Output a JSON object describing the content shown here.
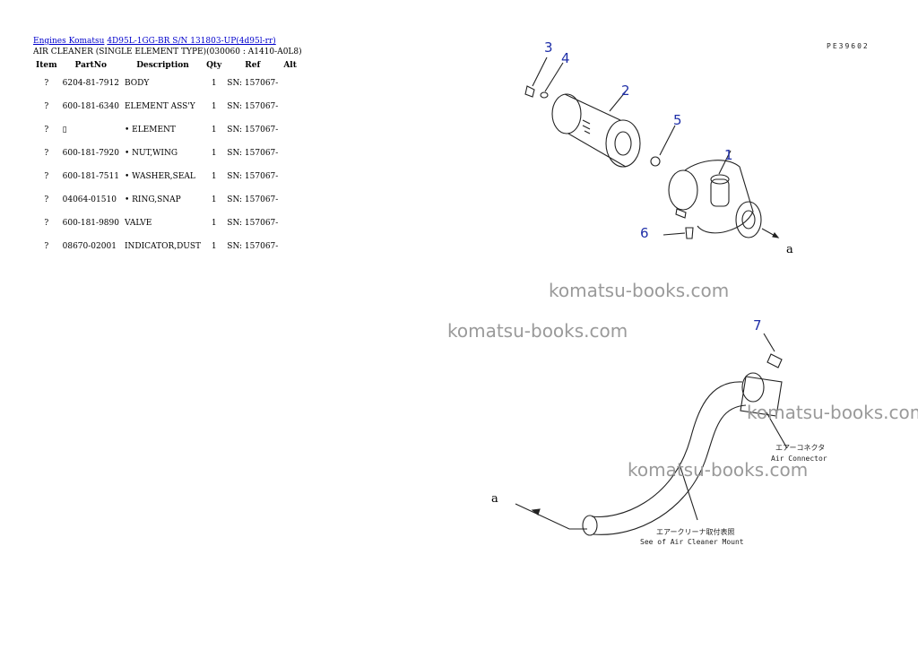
{
  "header": {
    "link1": "Engines Komatsu",
    "link2": "4D95L-1GG-BR S/N 131803-UP(4d95l-rr)",
    "title": "AIR CLEANER (SINGLE ELEMENT TYPE)(030060 : A1410-A0L8)"
  },
  "table": {
    "columns": [
      "Item",
      "PartNo",
      "Description",
      "Qty",
      "Ref",
      "Alt"
    ],
    "rows": [
      {
        "item": "?",
        "part": "6204-81-7912",
        "desc": "BODY",
        "qty": "1",
        "ref": "SN: 157067-"
      },
      {
        "item": "?",
        "part": "600-181-6340",
        "desc": "ELEMENT ASS'Y",
        "qty": "1",
        "ref": "SN: 157067-"
      },
      {
        "item": "?",
        "part": "▯",
        "desc": "• ELEMENT",
        "qty": "1",
        "ref": "SN: 157067-"
      },
      {
        "item": "?",
        "part": "600-181-7920",
        "desc": "• NUT,WING",
        "qty": "1",
        "ref": "SN: 157067-"
      },
      {
        "item": "?",
        "part": "600-181-7511",
        "desc": "• WASHER,SEAL",
        "qty": "1",
        "ref": "SN: 157067-"
      },
      {
        "item": "?",
        "part": "04064-01510",
        "desc": "• RING,SNAP",
        "qty": "1",
        "ref": "SN: 157067-"
      },
      {
        "item": "?",
        "part": "600-181-9890",
        "desc": "VALVE",
        "qty": "1",
        "ref": "SN: 157067-"
      },
      {
        "item": "?",
        "part": "08670-02001",
        "desc": "INDICATOR,DUST",
        "qty": "1",
        "ref": "SN: 157067-"
      }
    ]
  },
  "diagram": {
    "code": "PE39602",
    "callouts": [
      "1",
      "2",
      "3",
      "4",
      "5",
      "6",
      "7"
    ],
    "letter_a": "a",
    "air_connector_jp": "エアーコネクタ",
    "air_connector_en": "Air Connector",
    "mount_jp": "エアークリーナ取付表照",
    "mount_en": "See of Air Cleaner Mount"
  },
  "watermarks": [
    "komatsu-books.com",
    "komatsu-books.com",
    "komatsu-books.com",
    "komatsu-books.com"
  ]
}
